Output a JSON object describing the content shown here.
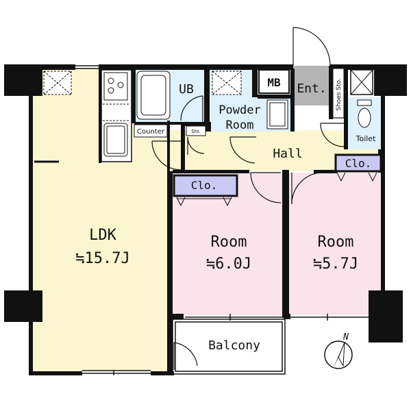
{
  "colors": {
    "ldk": "#fbf6cf",
    "room": "#fbe3ec",
    "wet": "#dff1fb",
    "hall": "#fbf6cf",
    "entrance": "#b4b4b4",
    "closet_label": "#c9c9f3",
    "wall": "#111111"
  },
  "rooms": {
    "ldk": {
      "name": "LDK",
      "size": "≒15.7J"
    },
    "room1": {
      "name": "Room",
      "size": "≒6.0J"
    },
    "room2": {
      "name": "Room",
      "size": "≒5.7J"
    },
    "balcony": "Balcony",
    "hall": "Hall",
    "ub": "UB",
    "mb": "MB",
    "entrance": "Ent.",
    "powder_line1": "Powder",
    "powder_line2": "Room",
    "toilet": "Toilet",
    "shoes": "Shoes Sto.",
    "counter": "Counter",
    "sto": "Sto.",
    "clo1": "Clo.",
    "clo2": "Clo."
  },
  "compass": {
    "label": "N",
    "icon": "north-arrow-icon"
  }
}
